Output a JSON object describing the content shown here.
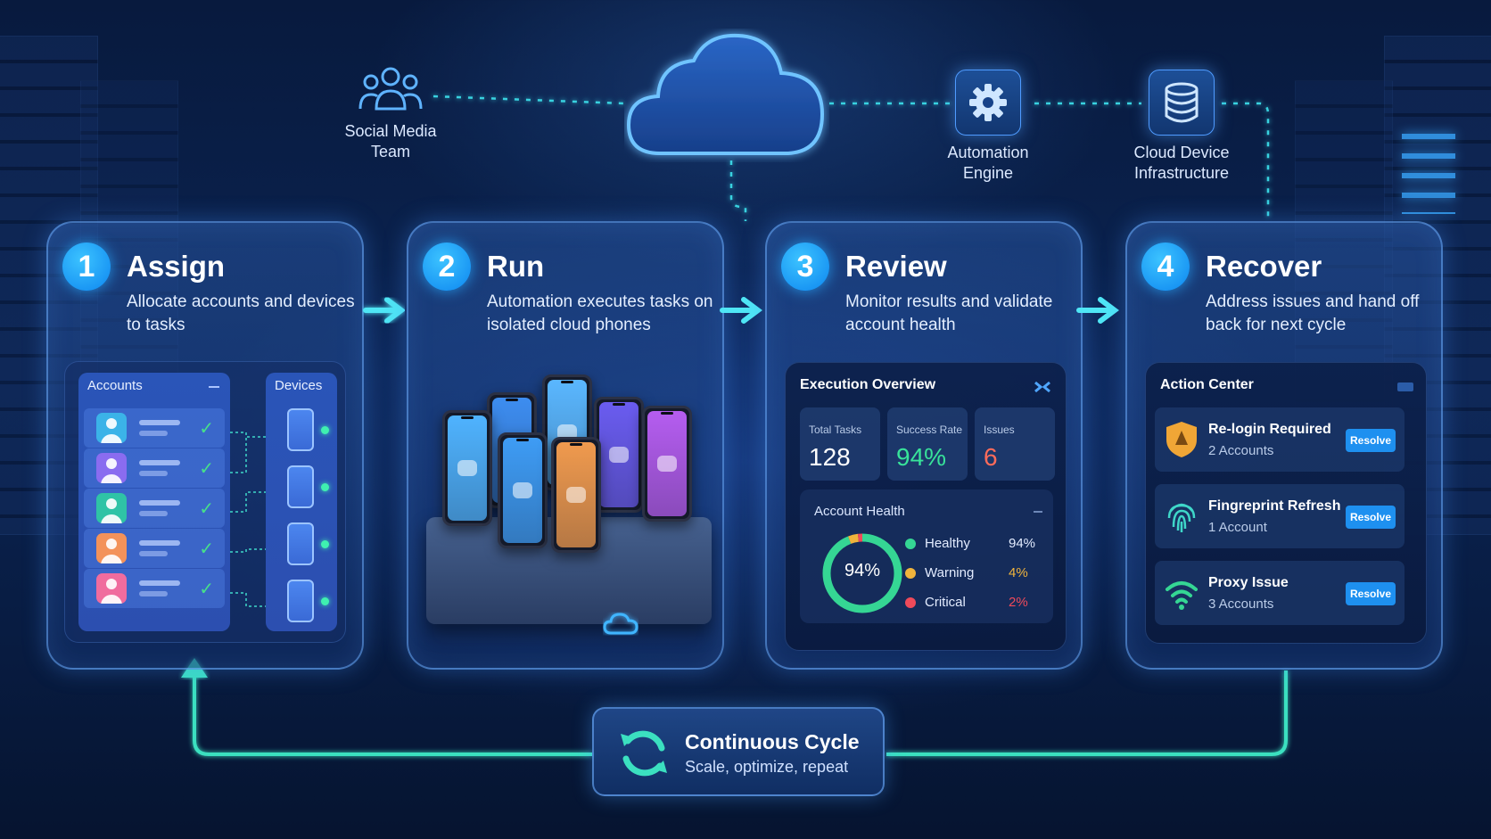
{
  "top_nodes": {
    "social": {
      "label_line1": "Social Media",
      "label_line2": "Team",
      "icon": "team-icon"
    },
    "cloud": {
      "icon": "cloud-icon"
    },
    "automation": {
      "label_line1": "Automation",
      "label_line2": "Engine",
      "icon": "gear-icon"
    },
    "infrastructure": {
      "label_line1": "Cloud Device",
      "label_line2": "Infrastructure",
      "icon": "database-icon"
    }
  },
  "stages": [
    {
      "number": "1",
      "title": "Assign",
      "desc": "Allocate accounts and devices to tasks"
    },
    {
      "number": "2",
      "title": "Run",
      "desc": "Automation executes tasks on isolated cloud phones"
    },
    {
      "number": "3",
      "title": "Review",
      "desc": "Monitor results and validate account health"
    },
    {
      "number": "4",
      "title": "Recover",
      "desc": "Address issues and hand off back for next cycle"
    }
  ],
  "assign": {
    "accounts_label": "Accounts",
    "devices_label": "Devices",
    "avatar_colors": [
      "#3bb3e8",
      "#8a6cf0",
      "#2fc3a6",
      "#f3925a",
      "#f06c9e"
    ]
  },
  "run": {
    "phone_colors": [
      "#4fb3ff",
      "#3d8df0",
      "#5ab7ff",
      "#6a5cf0",
      "#b55df0",
      "#3e9cf5",
      "#f09a4e"
    ]
  },
  "review": {
    "panel_title": "Execution Overview",
    "stats": [
      {
        "label": "Total Tasks",
        "value": "128",
        "color": "#ffffff"
      },
      {
        "label": "Success Rate",
        "value": "94%",
        "color": "#38e39a"
      },
      {
        "label": "Issues",
        "value": "6",
        "color": "#ff6b5a"
      }
    ],
    "health_title": "Account Health",
    "health_center": "94%",
    "health_items": [
      {
        "label": "Healthy",
        "value": "94%",
        "color": "#35d694",
        "fraction": 0.94
      },
      {
        "label": "Warning",
        "value": "4%",
        "color": "#f0b43c",
        "fraction": 0.04
      },
      {
        "label": "Critical",
        "value": "2%",
        "color": "#ef4a5a",
        "fraction": 0.02
      }
    ]
  },
  "recover": {
    "panel_title": "Action Center",
    "actions": [
      {
        "title": "Re-login Required",
        "sub": "2 Accounts",
        "button": "Resolve",
        "icon": "shield-warning-icon"
      },
      {
        "title": "Fingreprint Refresh",
        "sub": "1 Account",
        "button": "Resolve",
        "icon": "fingerprint-icon"
      },
      {
        "title": "Proxy Issue",
        "sub": "3 Accounts",
        "button": "Resolve",
        "icon": "wifi-icon"
      }
    ]
  },
  "cycle": {
    "title": "Continuous Cycle",
    "subtitle": "Scale, optimize, repeat",
    "icon": "refresh-cycle-icon"
  }
}
